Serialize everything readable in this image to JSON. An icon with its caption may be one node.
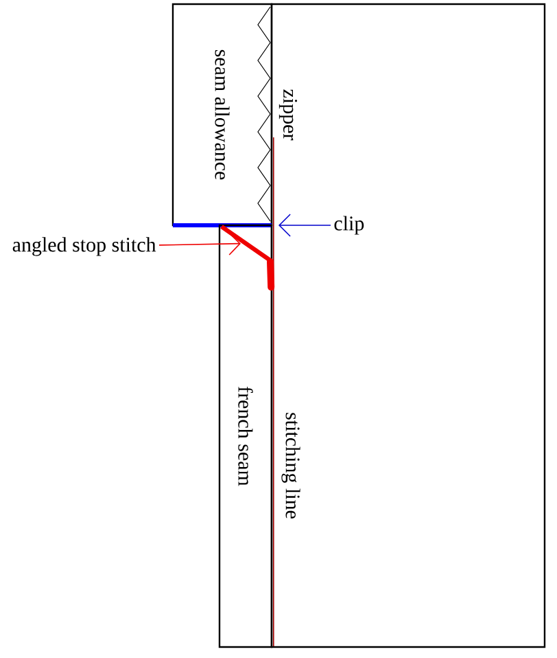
{
  "diagram": {
    "nodes": [
      {
        "text": [
          "seam allowance"
        ]
      },
      {
        "text": [],
        "shape": "box"
      },
      {
        "text": [],
        "shape": "line"
      },
      {
        "text": [
          "clip"
        ],
        "in": 1
      },
      {
        "text": [
          "angled stop stitch"
        ]
      },
      {
        "text": [
          "french seam"
        ]
      },
      {
        "text": [],
        "shape": "line",
        "in": 5
      }
    ],
    "edges": [
      {
        "from": 3,
        "to": 2,
        "arrow": "to",
        "color": "#0000cc"
      },
      {
        "from": 4,
        "to": 6,
        "arrow": "to",
        "color": "#ee0000"
      }
    ],
    "labels": [
      "zipper",
      "stitching line"
    ]
  }
}
